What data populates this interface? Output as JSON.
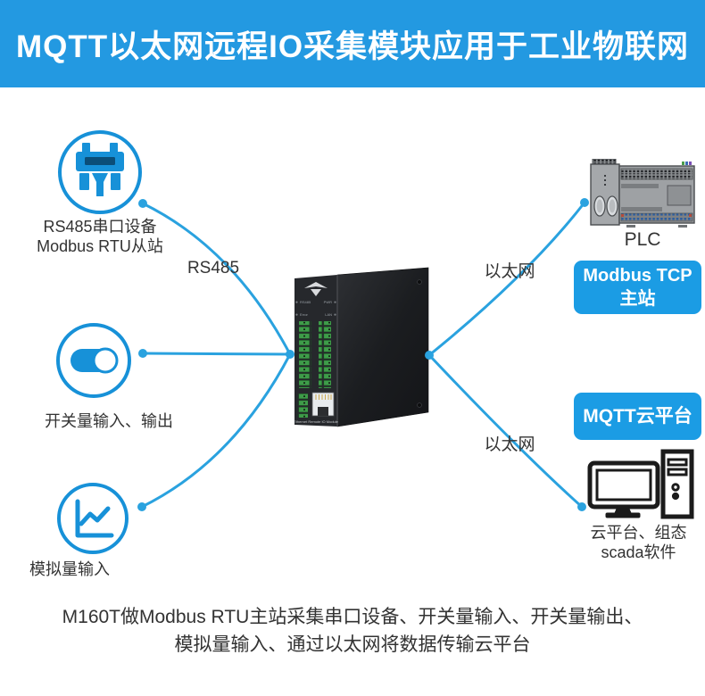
{
  "theme": {
    "banner": "#2399E1",
    "button": "#1B9CE4",
    "line": "#2AA2DF",
    "icon": "#1791D8",
    "text": "#333333"
  },
  "header": {
    "title": "MQTT以太网远程IO采集模块应用于工业物联网"
  },
  "left_nodes": {
    "serial": {
      "icon": "serial-connector-icon",
      "line1": "RS485串口设备",
      "line2": "Modbus RTU从站"
    },
    "digital": {
      "icon": "toggle-switch-icon",
      "label": "开关量输入、输出"
    },
    "analog": {
      "icon": "line-chart-icon",
      "label": "模拟量输入"
    }
  },
  "links": {
    "rs485": {
      "label": "RS485"
    },
    "eth_top": {
      "label": "以太网"
    },
    "eth_bottom": {
      "label": "以太网"
    }
  },
  "device": {
    "name": "ethernet-remote-io-module",
    "front_caption": "Ethernet Remote IO Module",
    "leds": [
      "RS485",
      "PWR",
      "Error",
      "LAN"
    ]
  },
  "right_nodes": {
    "plc": {
      "icon": "plc-icon",
      "label": "PLC"
    },
    "modbus_btn": {
      "line1": "Modbus TCP",
      "line2": "主站"
    },
    "mqtt_btn": {
      "label": "MQTT云平台"
    },
    "cloud": {
      "icon": "desktop-computer-icon",
      "line1": "云平台、组态",
      "line2": "scada软件"
    }
  },
  "caption": {
    "line1": "M160T做Modbus RTU主站采集串口设备、开关量输入、开关量输出、",
    "line2": "模拟量输入、通过以太网将数据传输云平台"
  }
}
